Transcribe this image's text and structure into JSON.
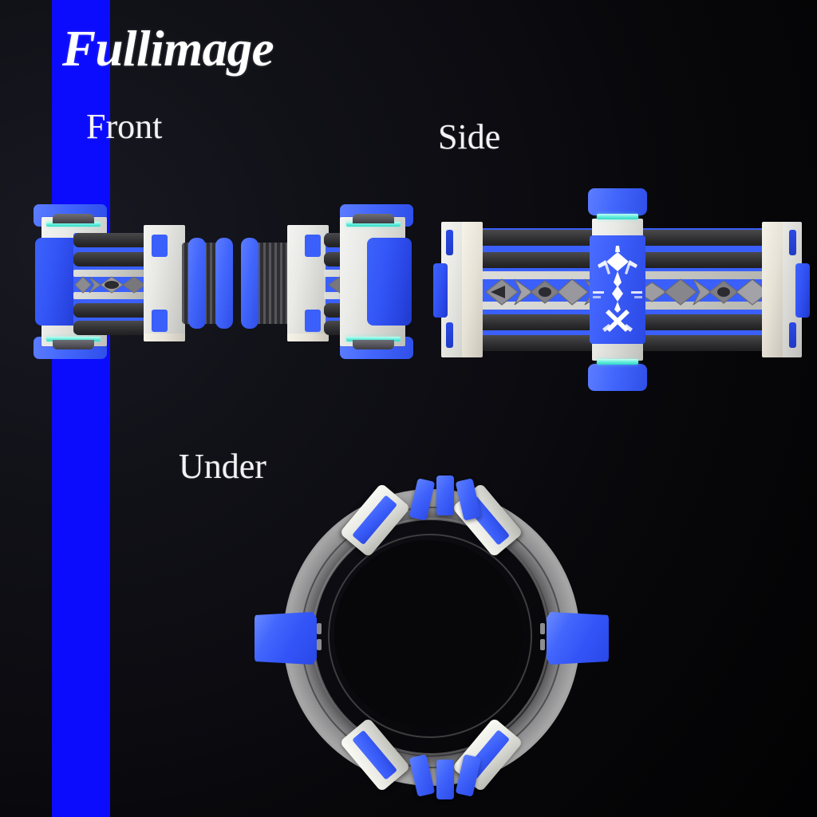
{
  "page": {
    "title": "Fullimage",
    "background_color": "#0b0b10",
    "accent_band_color": "#0b0bfe",
    "palette": {
      "blue": "#3355f6",
      "blue_light": "#5c7dff",
      "blue_deep": "#2039c9",
      "white_housing": "#f4f4f2",
      "gray_rib": "#323236",
      "cyan_accent": "#6ef0df",
      "metal_gray": "#8a8a8c",
      "text_white": "#ffffff"
    }
  },
  "views": [
    {
      "id": "front",
      "label": "Front",
      "description": "Front orthographic view of a symmetrical mechanical module with two white end housings, blue side panels, cyan accent strips and a central knurled drum with three blue rings."
    },
    {
      "id": "side",
      "label": "Side",
      "description": "Side orthographic view showing horizontal dark ribs over blue channels, a chain-link lattice pattern, and a central vertical blue strap bearing a white emblem."
    },
    {
      "id": "under",
      "label": "Under",
      "description": "Underside view showing a gray torus ring with four diagonal white-framed blue pads, two large blue side blocks and six small blue segments."
    }
  ],
  "emblem": {
    "name": "crest-emblem",
    "description": "White heraldic mark: upper diamond with wing arms, small central diamond flanked by dashes, crossed X below"
  }
}
